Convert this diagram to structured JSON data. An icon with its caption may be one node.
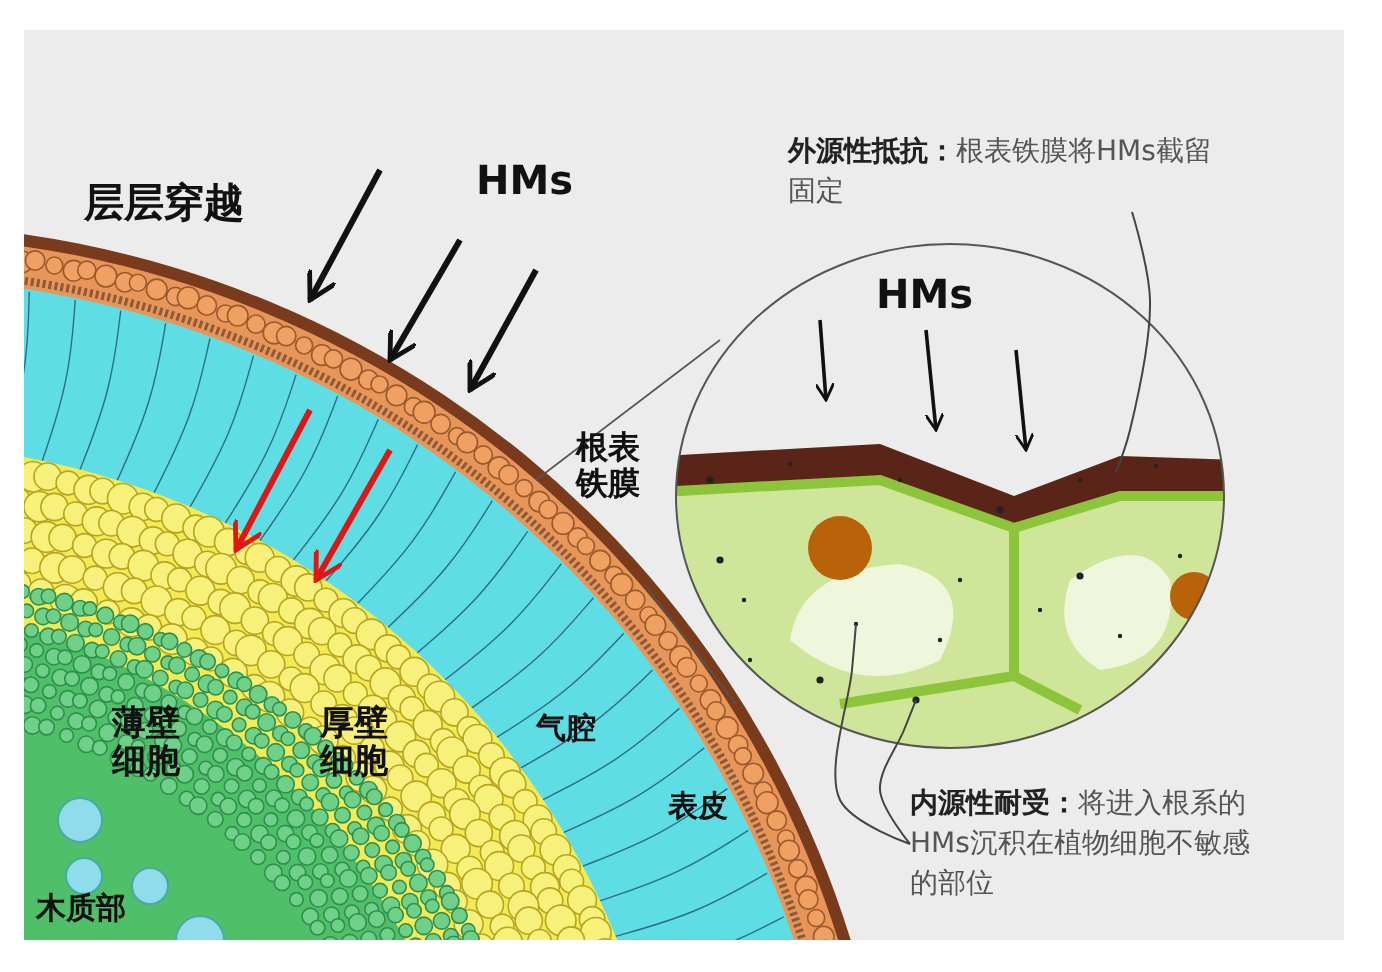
{
  "diagram": {
    "nodes": [
      {
        "text": [
          "**外源性抵抗：**根表铁膜将HMs截留固定"
        ]
      },
      {
        "text": [
          "**内源性耐受：**将进入根系的HMs沉积在植物细胞不敏感的部位"
        ]
      }
    ],
    "edges": [
      {
        "from": 0,
        "to": null,
        "arrow": "none"
      },
      {
        "from": 1,
        "to": null,
        "arrow": "none"
      },
      {
        "from": 1,
        "to": null,
        "arrow": "none"
      }
    ],
    "labels": [
      "层层穿越",
      "HMs",
      "根表铁膜",
      "HMs",
      "薄壁细胞",
      "厚壁细胞",
      "气腔",
      "表皮",
      "木质部"
    ]
  }
}
